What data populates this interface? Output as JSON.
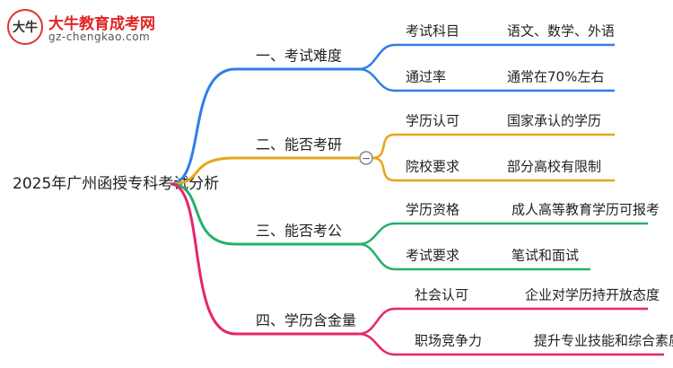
{
  "logo": {
    "badge_text": "大牛",
    "title": "大牛教育成考网",
    "url": "gz-chengkao.com"
  },
  "root": {
    "label": "2025年广州函授专科考试分析"
  },
  "branches": [
    {
      "label": "一、考试难度",
      "color": "#2f7fe8",
      "children": [
        {
          "label": "考试科目",
          "detail": "语文、数学、外语"
        },
        {
          "label": "通过率",
          "detail": "通常在70%左右"
        }
      ]
    },
    {
      "label": "二、能否考研",
      "color": "#e8a41a",
      "collapse_icon": "minus-circle-icon",
      "collapse_glyph": "−",
      "children": [
        {
          "label": "学历认可",
          "detail": "国家承认的学历"
        },
        {
          "label": "院校要求",
          "detail": "部分高校有限制"
        }
      ]
    },
    {
      "label": "三、能否考公",
      "color": "#23b26b",
      "children": [
        {
          "label": "学历资格",
          "detail": "成人高等教育学历可报考"
        },
        {
          "label": "考试要求",
          "detail": "笔试和面试"
        }
      ]
    },
    {
      "label": "四、学历含金量",
      "color": "#e8246c",
      "children": [
        {
          "label": "社会认可",
          "detail": "企业对学历持开放态度"
        },
        {
          "label": "职场竞争力",
          "detail": "提升专业技能和综合素质"
        }
      ]
    }
  ]
}
